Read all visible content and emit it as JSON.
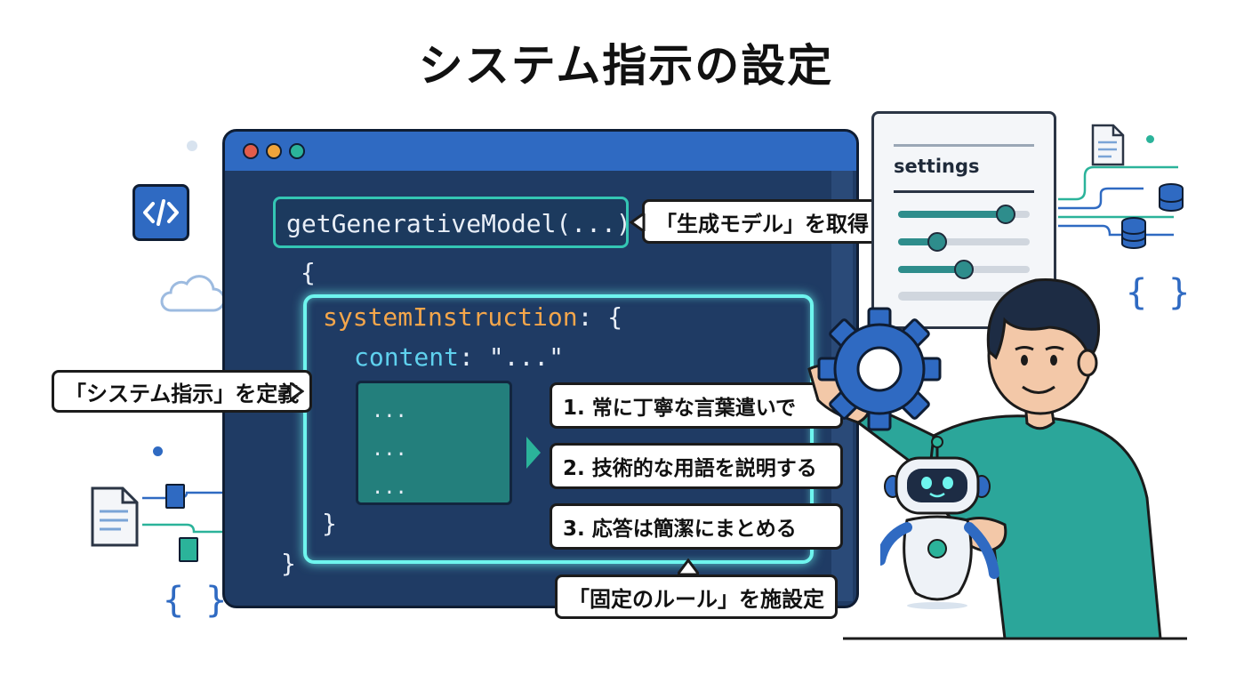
{
  "title": "システム指示の設定",
  "colors": {
    "editor_bg": "#1f3b64",
    "editor_bar": "#2f6ac2",
    "accent_teal": "#2bb39a",
    "glow_cyan": "#6ef5ee",
    "keyword_orange": "#f4a64b",
    "keyword_cyan": "#5fd1ee",
    "sweater": "#2ba69a"
  },
  "code": {
    "call": "getGenerativeModel(...)",
    "open_brace": "{",
    "key_system": "systemInstruction",
    "colon_brace": ": {",
    "key_content": "content",
    "content_value": ": \"...\"",
    "ellipsis": [
      "...",
      "...",
      "..."
    ],
    "close_inner": "}",
    "close_outer": "}"
  },
  "callouts": {
    "model": "「生成モデル」を取得",
    "system": "「システム指示」を定義",
    "fixed_rules": "「固定のルール」を施設定"
  },
  "rules": [
    "1. 常に丁寧な言葉遣いで",
    "2. 技術的な用語を説明する",
    "3. 応答は簡潔にまとめる"
  ],
  "settings": {
    "label": "settings",
    "sliders": [
      0.82,
      0.3,
      0.5
    ]
  },
  "icons": [
    "code-icon",
    "cloud-icon",
    "document-icon",
    "database-icon",
    "braces-icon",
    "gear-icon",
    "robot-icon",
    "person-illustration"
  ]
}
